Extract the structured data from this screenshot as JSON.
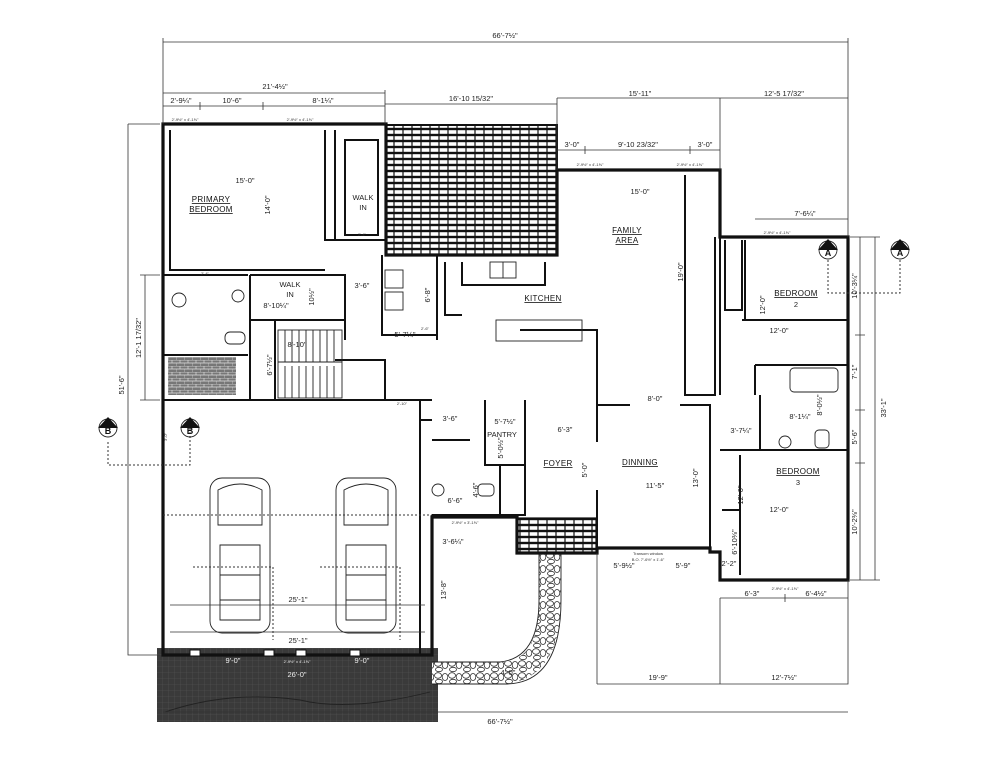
{
  "plan": {
    "rooms": {
      "primary_bedroom": [
        "PRIMARY",
        "BEDROOM"
      ],
      "walk_in_1": [
        "WALK",
        "IN"
      ],
      "walk_in_2": [
        "WALK",
        "IN"
      ],
      "kitchen": "KITCHEN",
      "family_area": [
        "FAMILY",
        "AREA"
      ],
      "bedroom_2": [
        "BEDROOM",
        "2"
      ],
      "bedroom_3": [
        "BEDROOM",
        "3"
      ],
      "pantry": "PANTRY",
      "foyer": "FOYER",
      "dining": "DINNING"
    },
    "section_markers": {
      "a": "A",
      "b": "B"
    },
    "dimensions": {
      "overall_top": "66'-7½\"",
      "overall_bottom": "66'-7½\"",
      "top_left_wing": "21'-4½\"",
      "top_deck": "16'-10 15/32\"",
      "top_family": "15'-11\"",
      "top_bed_wing": "12'-5 17/32\"",
      "top_a": "2'-9¼\"",
      "top_b": "10'-6\"",
      "top_c": "8'-1¼\"",
      "family_a": "3'-0\"",
      "family_b": "9'-10 23/32\"",
      "family_c": "3'-0\"",
      "bed_wing_width": "7'-6¼\"",
      "left_overall": "51'-6\"",
      "left_bath": "12'-1 17/32\"",
      "right_overall": "33'-1\"",
      "right_a": "10'-3¼\"",
      "right_b": "7'-1\"",
      "right_c": "5'-6\"",
      "right_d": "10'-2⅜\"",
      "primary_w": "15'-0\"",
      "primary_h": "14'-0\"",
      "walkin2_w": "8'-10¼\"",
      "walkin2_h": "10½\"",
      "stair": "8'-10\"",
      "stair_h": "6'-7½\"",
      "hall_a": "3'-6\"",
      "laundry_h": "6'-8\"",
      "laundry_w": "5'-7¼\"",
      "family_w": "15'-0\"",
      "family_h": "19'-0\"",
      "bed2_w": "12'-0\"",
      "bed2_h": "12'-0\"",
      "bath2_w": "8'-1¼\"",
      "bath2_h": "8'-0½\"",
      "hall_b": "3'-7¼\"",
      "bed3_w": "12'-0\"",
      "bed3_h": "12'-0\"",
      "closet3": "6'-10⅜\"",
      "closet3_w": "2'-2\"",
      "pantry_w": "5'-7½\"",
      "pantry_h": "5'-0½\"",
      "pantry_left": "3'-6\"",
      "foyer_w": "6'-3\"",
      "foyer_h": "5'-0\"",
      "dining_top": "8'-0\"",
      "dining_w": "11'-5\"",
      "dining_h": "13'-0\"",
      "halfbath_w": "6'-6\"",
      "halfbath_h": "4'-6\"",
      "garage_side": "3'-6¼\"",
      "garage_door_h": "13'-8\"",
      "garage_w1": "25'-1\"",
      "garage_w2": "25'-1\"",
      "garage_door_a": "9'-0\"",
      "garage_door_b": "9'-0\"",
      "driveway": "26'-0\"",
      "walk": "4'-0\"",
      "bottom_a": "5'-9½\"",
      "bottom_b": "5'-9\"",
      "bottom_dining": "19'-9\"",
      "bottom_bed": "12'-7½\"",
      "bottom_bed_a": "6'-3\"",
      "bottom_bed_b": "6'-4½\"",
      "door_a": "2'-4\"",
      "door_b": "2'-10\"",
      "door_c": "2'-6\"",
      "door_d": "3'-0\""
    },
    "window_labels": {
      "standard": "2'-9½\" x 4'-1⅝\"",
      "small": "2'-9½\" x 3'-1⅝\"",
      "transom": "Transom window",
      "porch_window": "B.O. 7'-6½\" x 1'-6\""
    },
    "colors": {
      "wall": "#111111",
      "driveway": "#3a3a3a",
      "deck": "#1a1a1a",
      "paper": "#ffffff"
    }
  }
}
